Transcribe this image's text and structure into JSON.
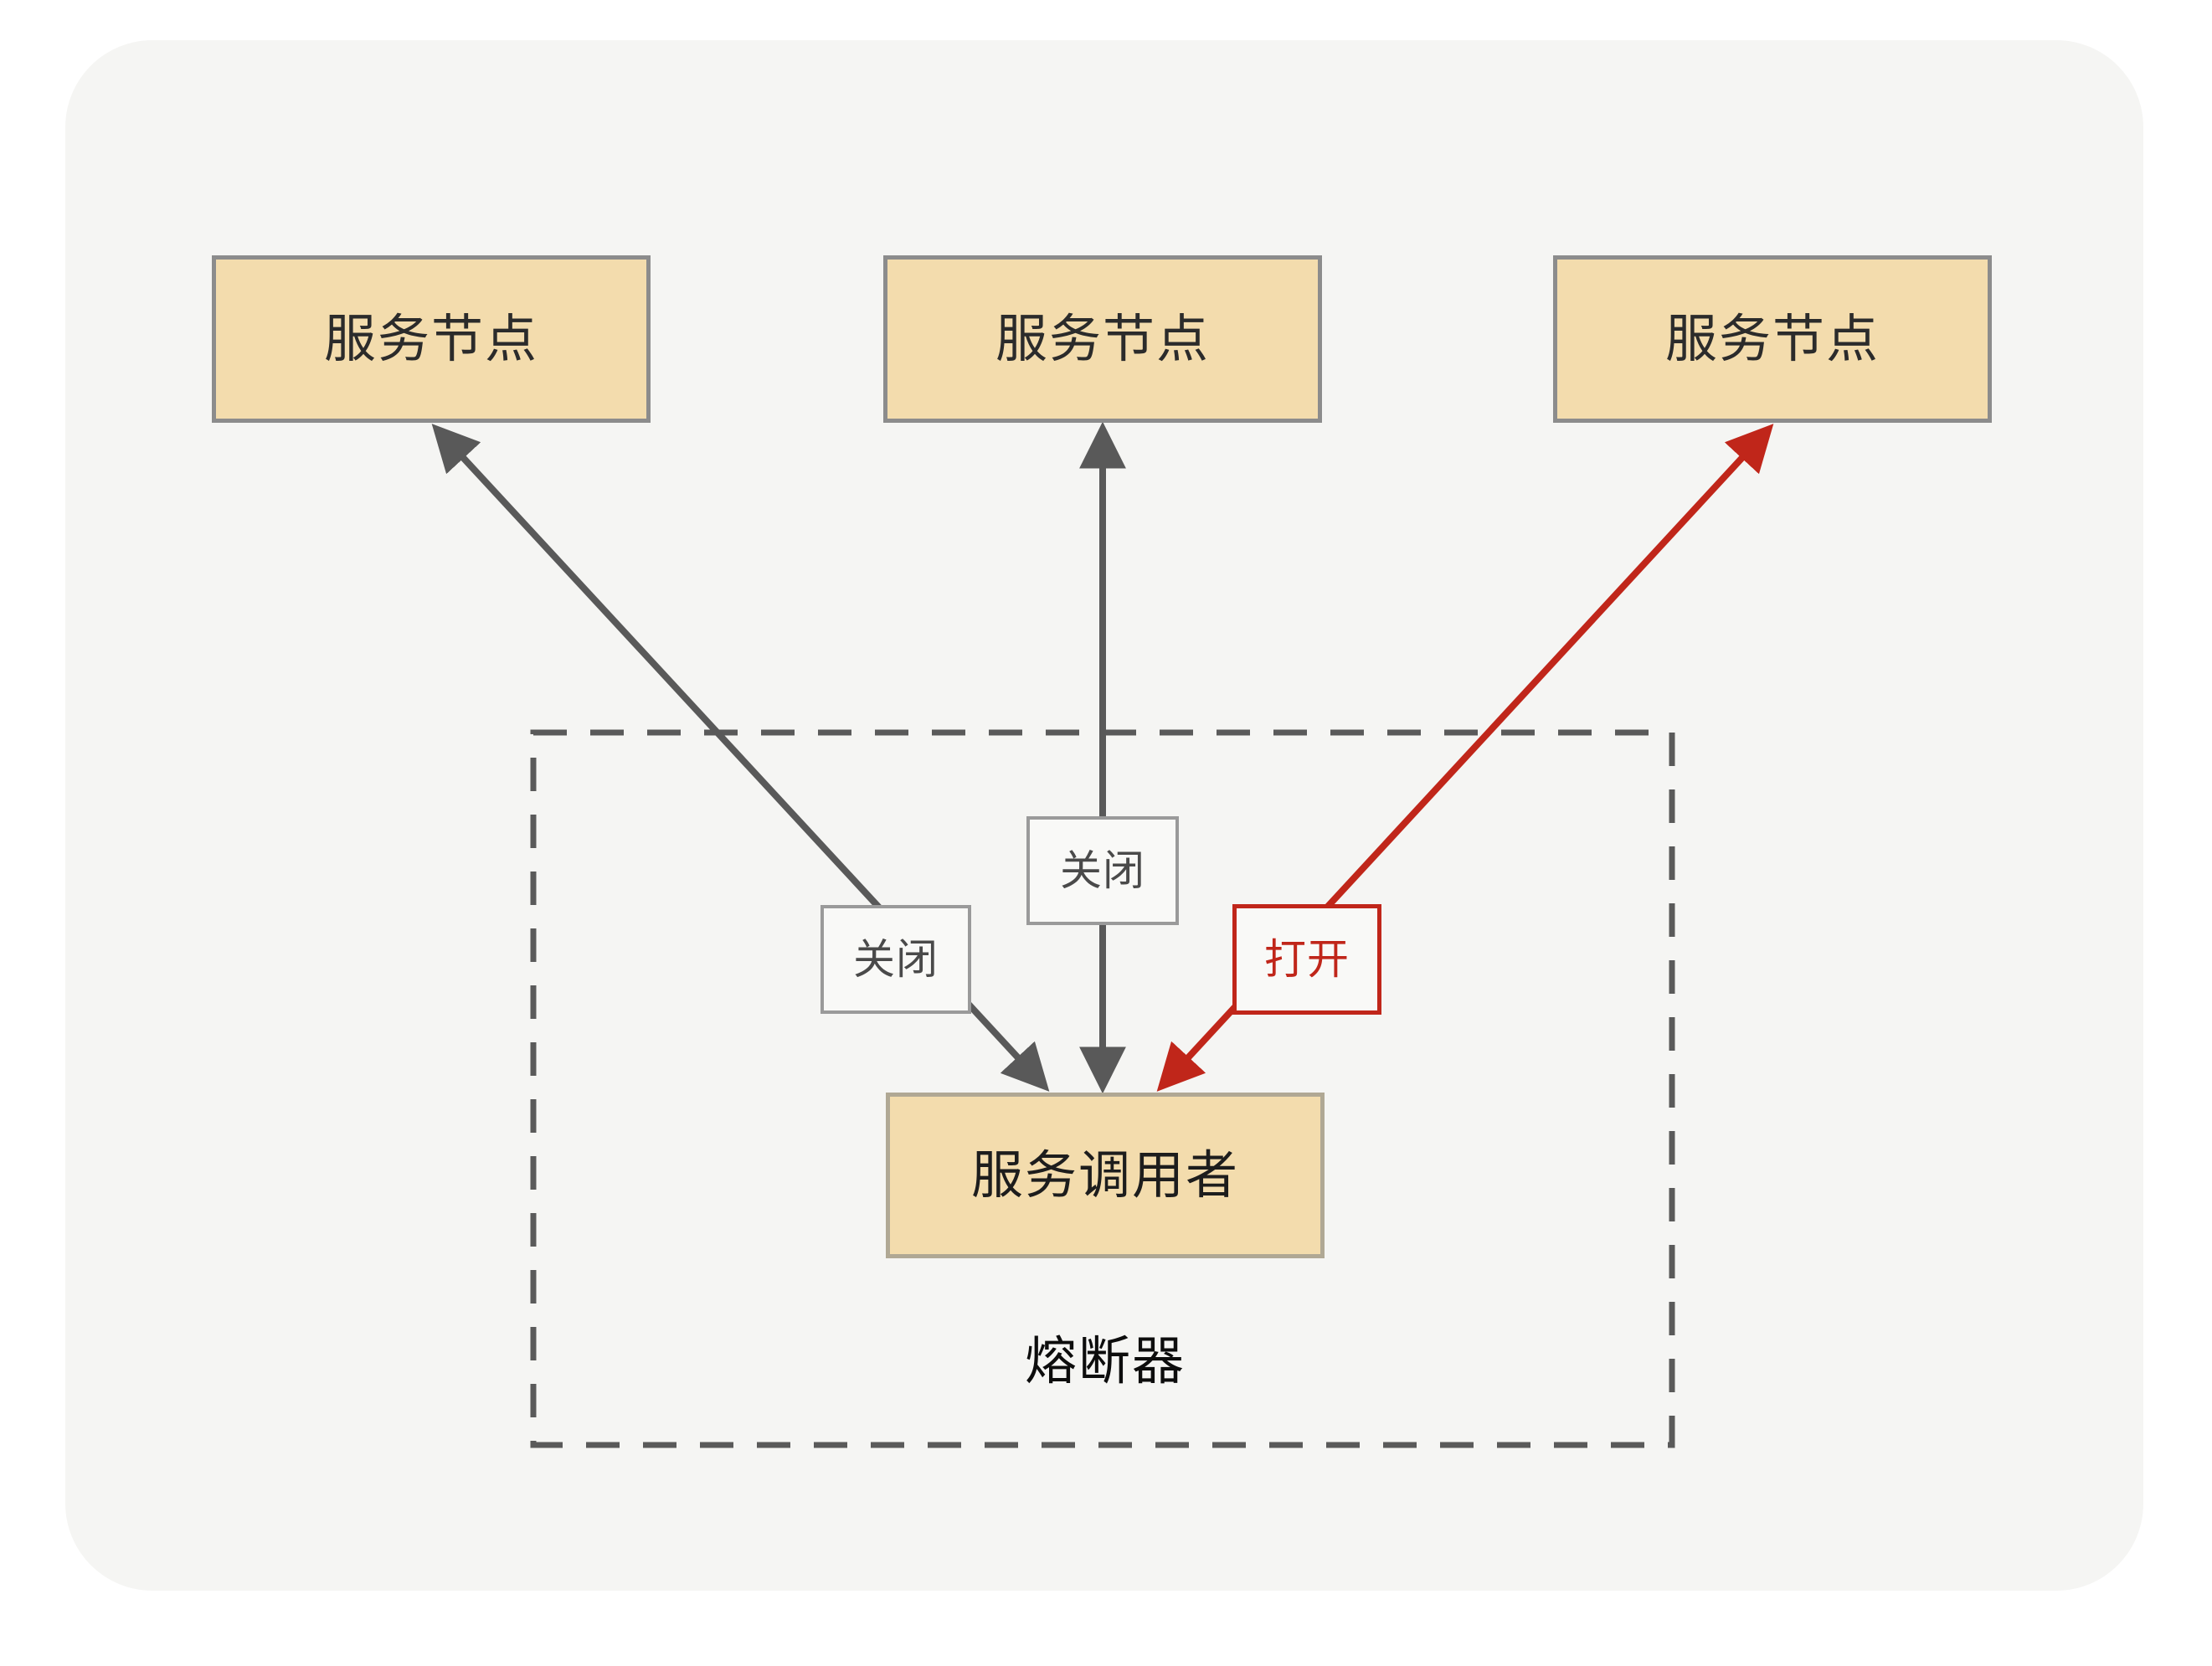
{
  "diagram": {
    "title": "熔断器",
    "background_color": "#f5f5f3",
    "page_background": "#ffffff",
    "node_fill": "#f3dcad",
    "node_border": "#8c8c8c",
    "caller_border": "#b0a894",
    "arrow_normal_color": "#595959",
    "arrow_alert_color": "#c0261a",
    "label_text_color": "#4a4a4a",
    "label_border_color": "#9a9a9a",
    "dashed_border_color": "#5a5a5a"
  },
  "service_nodes": [
    {
      "id": "node-1",
      "label": "服务节点"
    },
    {
      "id": "node-2",
      "label": "服务节点"
    },
    {
      "id": "node-3",
      "label": "服务节点"
    }
  ],
  "caller": {
    "label": "服务调用者"
  },
  "breaker": {
    "label": "熔断器"
  },
  "states": [
    {
      "id": "closed-left",
      "label": "关闭",
      "status": "closed",
      "color": "#4a4a4a"
    },
    {
      "id": "closed-mid",
      "label": "关闭",
      "status": "closed",
      "color": "#4a4a4a"
    },
    {
      "id": "open-right",
      "label": "打开",
      "status": "open",
      "color": "#c0261a"
    }
  ],
  "connections": [
    {
      "from": "caller",
      "to": "node-1",
      "state": "关闭",
      "color": "#595959",
      "bidirectional": true
    },
    {
      "from": "caller",
      "to": "node-2",
      "state": "关闭",
      "color": "#595959",
      "bidirectional": true
    },
    {
      "from": "caller",
      "to": "node-3",
      "state": "打开",
      "color": "#c0261a",
      "bidirectional": true
    }
  ]
}
